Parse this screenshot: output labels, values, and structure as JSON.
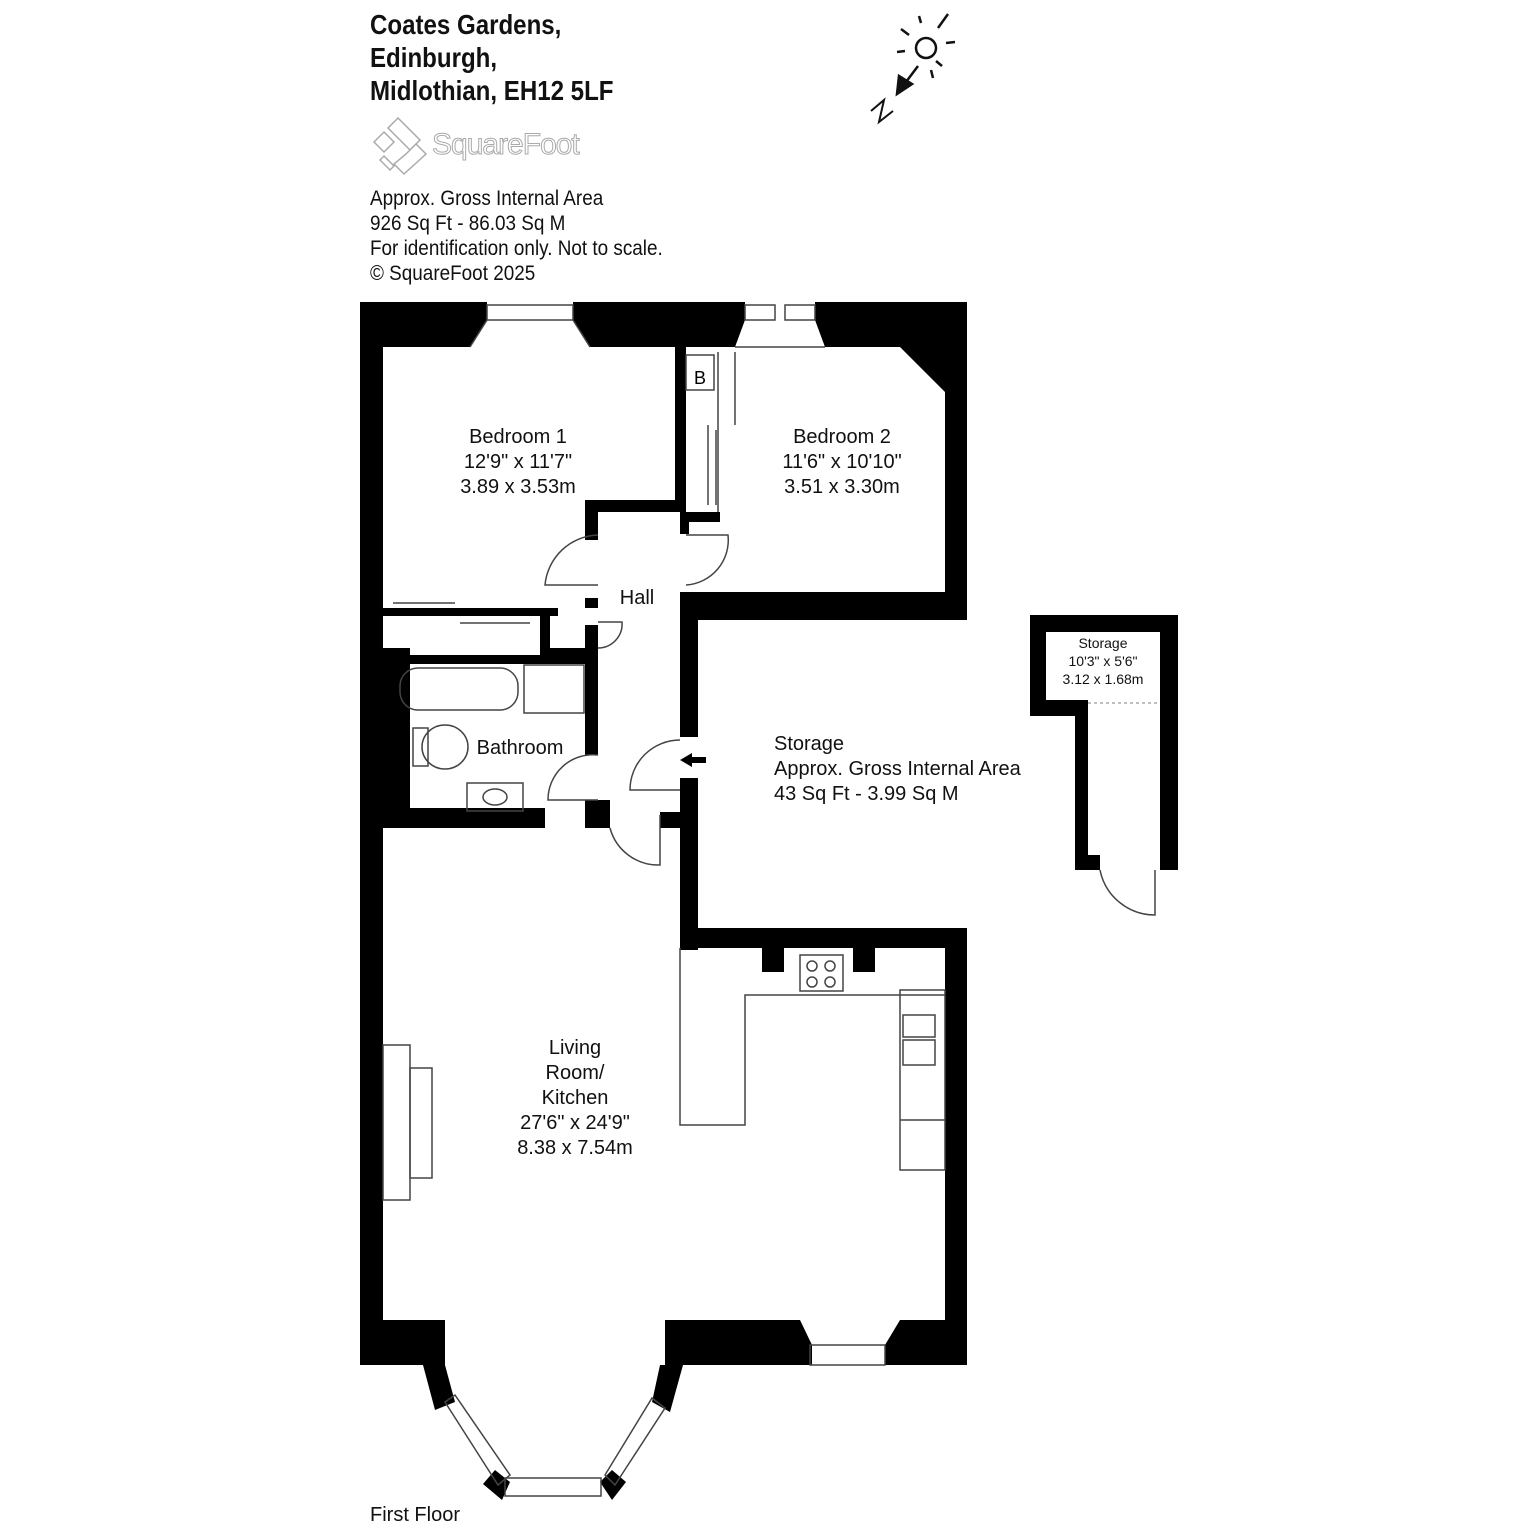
{
  "address": {
    "line1": "Coates Gardens,",
    "line2": "Edinburgh,",
    "line3": "Midlothian, EH12 5LF"
  },
  "logo": {
    "text": "SquareFoot"
  },
  "area_info": {
    "label": "Approx. Gross Internal Area",
    "value": "926 Sq Ft  -  86.03 Sq M",
    "disclaimer": "For identification only. Not to scale.",
    "copyright": "© SquareFoot 2025"
  },
  "compass": {
    "north_label": "N"
  },
  "rooms": {
    "bedroom1": {
      "name": "Bedroom 1",
      "imperial": "12'9\" x 11'7\"",
      "metric": "3.89 x 3.53m"
    },
    "bedroom2": {
      "name": "Bedroom 2",
      "imperial": "11'6\" x 10'10\"",
      "metric": "3.51 x 3.30m"
    },
    "hall": {
      "name": "Hall"
    },
    "bathroom": {
      "name": "Bathroom"
    },
    "boiler": {
      "name": "B"
    },
    "living": {
      "name1": "Living",
      "name2": "Room/",
      "name3": "Kitchen",
      "imperial": "27'6\" x 24'9\"",
      "metric": "8.38 x 7.54m"
    },
    "storage_outbuilding": {
      "name": "Storage",
      "imperial": "10'3\" x 5'6\"",
      "metric": "3.12 x 1.68m"
    }
  },
  "storage_area": {
    "name": "Storage",
    "label": "Approx. Gross Internal Area",
    "value": "43 Sq Ft  -  3.99 Sq M"
  },
  "floor_label": "First Floor"
}
